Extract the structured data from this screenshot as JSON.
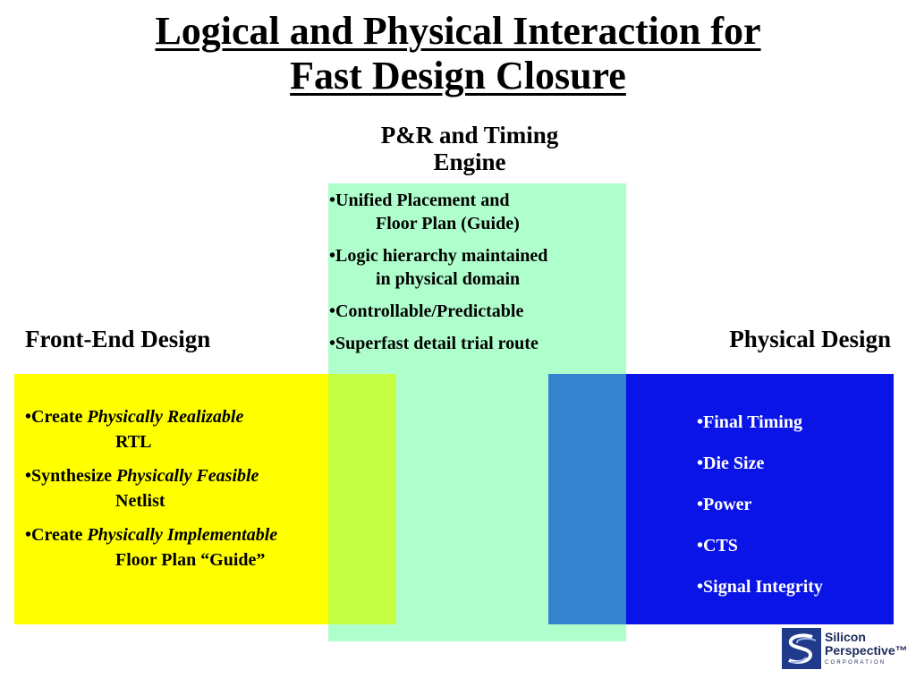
{
  "title": {
    "line1": "Logical and Physical Interaction for",
    "line2": "Fast Design Closure"
  },
  "center": {
    "heading_line1": "P&R and Timing",
    "heading_line2": "Engine",
    "items": [
      {
        "bullet": "•",
        "text": "Unified Placement and",
        "cont": "Floor Plan (Guide)"
      },
      {
        "bullet": "•",
        "text": "Logic hierarchy maintained",
        "cont": "in physical domain"
      },
      {
        "bullet": "•",
        "text": "Controllable/Predictable"
      },
      {
        "bullet": "•",
        "text": "Superfast detail trial route"
      }
    ]
  },
  "left": {
    "heading": "Front-End Design",
    "items": [
      {
        "bullet": "•",
        "plain": "Create ",
        "italic": "Physically Realizable",
        "cont": "RTL"
      },
      {
        "bullet": "•",
        "plain": "Synthesize ",
        "italic": "Physically Feasible",
        "cont": "Netlist"
      },
      {
        "bullet": "•",
        "plain": "Create ",
        "italic": "Physically Implementable",
        "cont": "Floor Plan “Guide”"
      }
    ]
  },
  "right": {
    "heading": "Physical Design",
    "items": [
      {
        "bullet": "•",
        "text": "Final Timing"
      },
      {
        "bullet": "•",
        "text": "Die Size"
      },
      {
        "bullet": "•",
        "text": "Power"
      },
      {
        "bullet": "•",
        "text": "CTS"
      },
      {
        "bullet": "•",
        "text": "Signal Integrity"
      }
    ]
  },
  "logo": {
    "line1": "Silicon",
    "line2": "Perspective™",
    "line3": "CORPORATION"
  },
  "colors": {
    "green_box": "#afffcc",
    "yellow_box": "#ffff00",
    "blue_box": "#0a14e6",
    "yellow_green_overlap": "#c4ff44",
    "blue_green_overlap": "#3582cf"
  }
}
